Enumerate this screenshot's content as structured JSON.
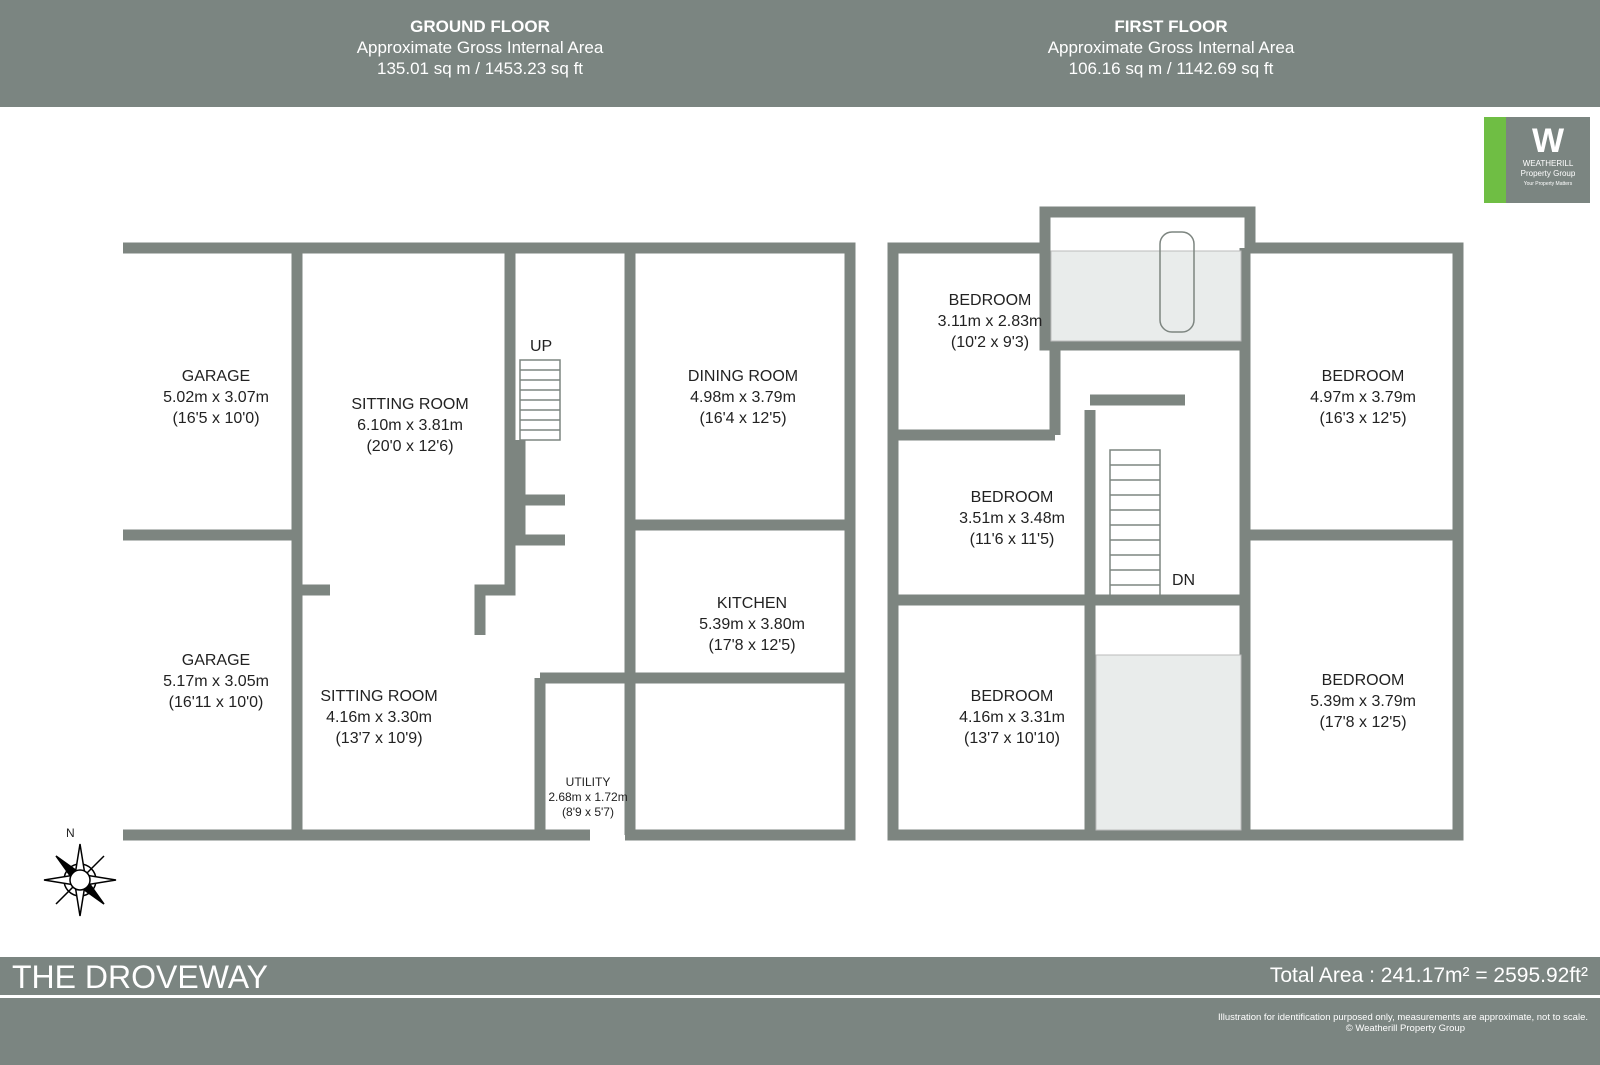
{
  "header": {
    "ground": {
      "title": "GROUND FLOOR",
      "subtitle": "Approximate Gross Internal Area",
      "area": "135.01  sq m / 1453.23 sq ft"
    },
    "first": {
      "title": "FIRST FLOOR",
      "subtitle": "Approximate Gross Internal Area",
      "area": "106.16  sq m / 1142.69 sq ft"
    }
  },
  "logo": {
    "mark": "W",
    "name": "WEATHERILL",
    "sub": "Property Group",
    "tagline": "Your Property Matters"
  },
  "ground_rooms": [
    {
      "name": "GARAGE",
      "metric": "5.02m x 3.07m",
      "imperial": "(16'5 x 10'0)"
    },
    {
      "name": "SITTING ROOM",
      "metric": "6.10m x 3.81m",
      "imperial": "(20'0 x 12'6)"
    },
    {
      "name": "DINING ROOM",
      "metric": "4.98m x 3.79m",
      "imperial": "(16'4 x 12'5)"
    },
    {
      "name": "GARAGE",
      "metric": "5.17m x 3.05m",
      "imperial": "(16'11 x 10'0)"
    },
    {
      "name": "KITCHEN",
      "metric": "5.39m x 3.80m",
      "imperial": "(17'8 x 12'5)"
    },
    {
      "name": "SITTING ROOM",
      "metric": "4.16m x 3.30m",
      "imperial": "(13'7 x 10'9)"
    },
    {
      "name": "UTILITY",
      "metric": "2.68m x 1.72m",
      "imperial": "(8'9 x 5'7)"
    }
  ],
  "first_rooms": [
    {
      "name": "BEDROOM",
      "metric": "3.11m x 2.83m",
      "imperial": "(10'2 x 9'3)"
    },
    {
      "name": "BEDROOM",
      "metric": "4.97m x 3.79m",
      "imperial": "(16'3 x 12'5)"
    },
    {
      "name": "BEDROOM",
      "metric": "3.51m x 3.48m",
      "imperial": "(11'6 x 11'5)"
    },
    {
      "name": "BEDROOM",
      "metric": "5.39m x 3.79m",
      "imperial": "(17'8 x 12'5)"
    },
    {
      "name": "BEDROOM",
      "metric": "4.16m x 3.31m",
      "imperial": "(13'7 x 10'10)"
    }
  ],
  "stairs": {
    "up": "UP",
    "down": "DN"
  },
  "compass": "N",
  "footer": {
    "title": "THE DROVEWAY",
    "total": "Total Area : 241.17m² = 2595.92ft²",
    "disclaimer": "Illustration for identification purposed only, measurements are approximate, not to scale.",
    "copyright": "© Weatherill Property Group"
  },
  "colors": {
    "band": "#7b8581",
    "wall": "#7d8580",
    "accent": "#6fbe44"
  }
}
